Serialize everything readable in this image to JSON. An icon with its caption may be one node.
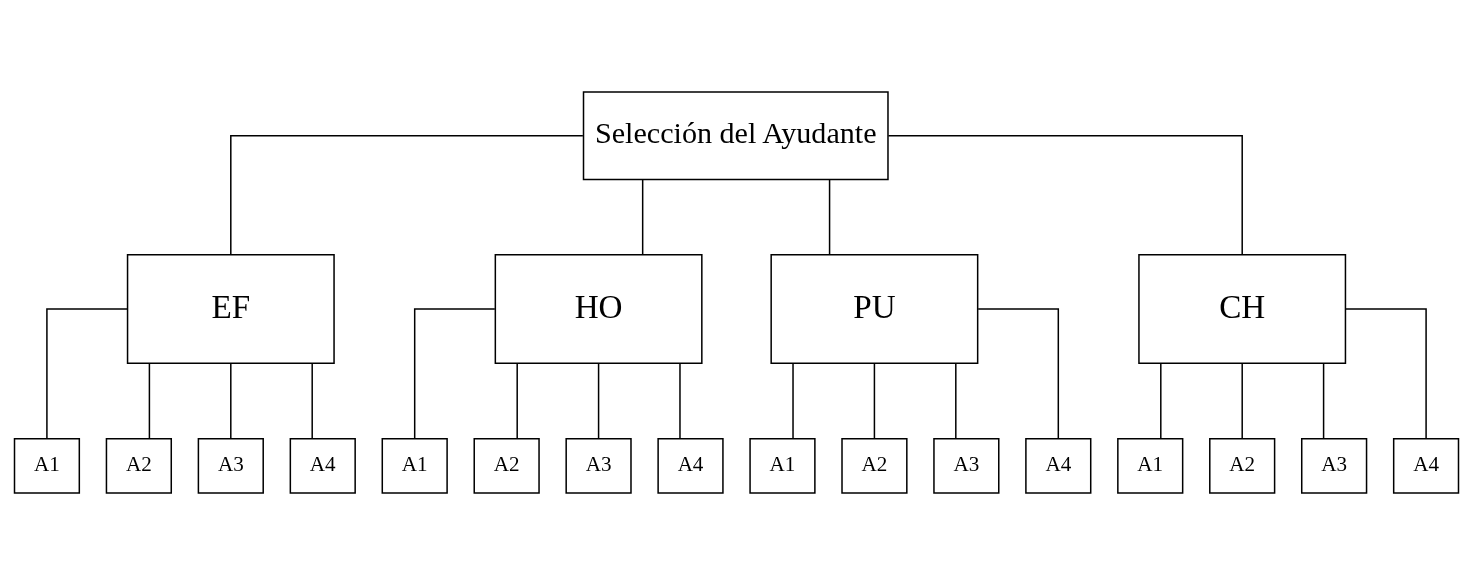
{
  "diagram": {
    "nodes": [
      {
        "text": [
          "Selección del Ayudante"
        ]
      },
      {
        "text": [
          "EF"
        ]
      },
      {
        "text": [
          "HO"
        ]
      },
      {
        "text": [
          "PU"
        ]
      },
      {
        "text": [
          "CH"
        ]
      },
      {
        "text": [
          "A1"
        ]
      },
      {
        "text": [
          "A2"
        ]
      },
      {
        "text": [
          "A3"
        ]
      },
      {
        "text": [
          "A4"
        ]
      },
      {
        "text": [
          "A1"
        ]
      },
      {
        "text": [
          "A2"
        ]
      },
      {
        "text": [
          "A3"
        ]
      },
      {
        "text": [
          "A4"
        ]
      },
      {
        "text": [
          "A1"
        ]
      },
      {
        "text": [
          "A2"
        ]
      },
      {
        "text": [
          "A3"
        ]
      },
      {
        "text": [
          "A4"
        ]
      },
      {
        "text": [
          "A1"
        ]
      },
      {
        "text": [
          "A2"
        ]
      },
      {
        "text": [
          "A3"
        ]
      },
      {
        "text": [
          "A4"
        ]
      }
    ],
    "edges": [
      {
        "from": 0,
        "to": 1,
        "arrow": "none"
      },
      {
        "from": 0,
        "to": 2,
        "arrow": "none"
      },
      {
        "from": 0,
        "to": 3,
        "arrow": "none"
      },
      {
        "from": 0,
        "to": 4,
        "arrow": "none"
      },
      {
        "from": 1,
        "to": 5,
        "arrow": "none"
      },
      {
        "from": 1,
        "to": 6,
        "arrow": "none"
      },
      {
        "from": 1,
        "to": 7,
        "arrow": "none"
      },
      {
        "from": 1,
        "to": 8,
        "arrow": "none"
      },
      {
        "from": 2,
        "to": 9,
        "arrow": "none"
      },
      {
        "from": 2,
        "to": 10,
        "arrow": "none"
      },
      {
        "from": 2,
        "to": 11,
        "arrow": "none"
      },
      {
        "from": 2,
        "to": 12,
        "arrow": "none"
      },
      {
        "from": 3,
        "to": 13,
        "arrow": "none"
      },
      {
        "from": 3,
        "to": 14,
        "arrow": "none"
      },
      {
        "from": 3,
        "to": 15,
        "arrow": "none"
      },
      {
        "from": 3,
        "to": 16,
        "arrow": "none"
      },
      {
        "from": 4,
        "to": 17,
        "arrow": "none"
      },
      {
        "from": 4,
        "to": 18,
        "arrow": "none"
      },
      {
        "from": 4,
        "to": 19,
        "arrow": "none"
      },
      {
        "from": 4,
        "to": 20,
        "arrow": "none"
      }
    ]
  }
}
